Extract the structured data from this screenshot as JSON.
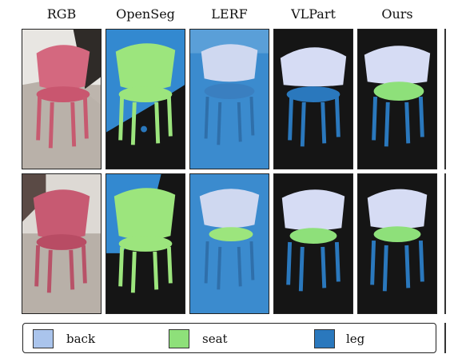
{
  "columns": [
    "RGB",
    "OpenSeg",
    "LERF",
    "VLPart",
    "Ours"
  ],
  "rows": [
    {
      "row": 1
    },
    {
      "row": 2
    }
  ],
  "legend": [
    {
      "label": "back",
      "color": "#aac4ec"
    },
    {
      "label": "seat",
      "color": "#8ee07a"
    },
    {
      "label": "leg",
      "color": "#2a78bd"
    }
  ],
  "colors": {
    "chair_rgb": "#d4687f",
    "floor_rgb": "#bdb5ad",
    "dark_bg": "#151515",
    "openseg_fill": "#9ce57d",
    "openseg_bg": "#3389d0",
    "lerf_blue": "#3b8bce",
    "lerf_back": "#cfd8f0",
    "back": "#d6dcf4",
    "seat": "#8ee07a",
    "leg": "#2a78bd"
  }
}
